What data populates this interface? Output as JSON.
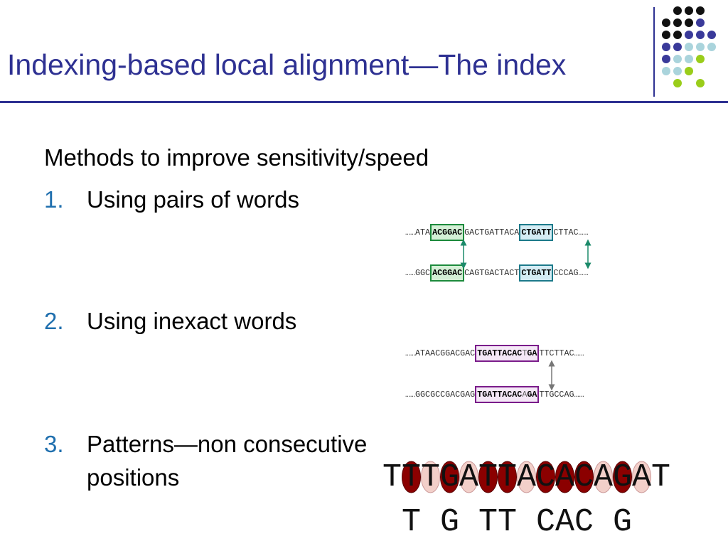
{
  "slide": {
    "title": "Indexing-based local alignment—The index",
    "heading": "Methods to improve sensitivity/speed",
    "items": [
      {
        "number": "1.",
        "text": "Using pairs of words"
      },
      {
        "number": "2.",
        "text": "Using inexact words"
      },
      {
        "number": "3.",
        "text": "Patterns—non consecutive",
        "text2": "positions"
      }
    ]
  },
  "pairs": {
    "top": {
      "lead": "……ATA",
      "w1": "ACGGAC",
      "mid": "GACTGATTACA",
      "w2": "CTGATT",
      "tail": "CTTAC……"
    },
    "bottom": {
      "lead": "……GGC",
      "w1": "ACGGAC",
      "mid": "CAGTGACTACT",
      "w2": "CTGATT",
      "tail": "CCCAG……"
    }
  },
  "inexact": {
    "top": {
      "lead": "……ATAACGGACGAC",
      "w_a": "TGATTACAC",
      "w_mm": "T",
      "w_b": "GA",
      "tail": "TTCTTAC……"
    },
    "bottom": {
      "lead": "……GGCGCCGACGAG",
      "w_a": "TGATTACAC",
      "w_mm": "A",
      "w_b": "GA",
      "tail": "TTGCCAG……"
    }
  },
  "pattern": {
    "sequence": "TTTGATTACACAGAT",
    "spaced": "T G TT CAC G"
  },
  "colors": {
    "accent": "#2e3192",
    "number": "#1f6fae",
    "green_box": "#1c8a3c",
    "blue_box": "#1c7a8a",
    "purple_box": "#7a1c8a",
    "oval_selected": "#8b0000",
    "oval_skipped": "#f2cfc9",
    "dot_black": "#111111",
    "dot_blue": "#3a3a9a",
    "dot_lightblue": "#aad4dc",
    "dot_green": "#9acd1a"
  }
}
